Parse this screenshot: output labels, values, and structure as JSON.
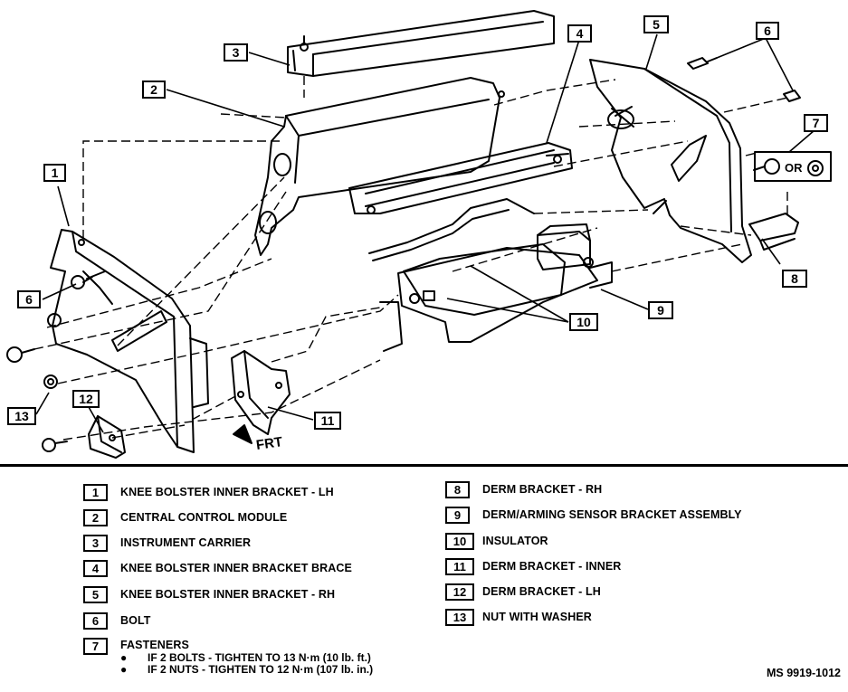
{
  "callouts": [
    {
      "id": "c1",
      "number": "1"
    },
    {
      "id": "c2",
      "number": "2"
    },
    {
      "id": "c3",
      "number": "3"
    },
    {
      "id": "c4",
      "number": "4"
    },
    {
      "id": "c5",
      "number": "5"
    },
    {
      "id": "c6a",
      "number": "6"
    },
    {
      "id": "c6b",
      "number": "6"
    },
    {
      "id": "c7",
      "number": "7"
    },
    {
      "id": "c8",
      "number": "8"
    },
    {
      "id": "c9",
      "number": "9"
    },
    {
      "id": "c10",
      "number": "10"
    },
    {
      "id": "c11",
      "number": "11"
    },
    {
      "id": "c12",
      "number": "12"
    },
    {
      "id": "c13",
      "number": "13"
    }
  ],
  "labels": {
    "fastener_or": "OR",
    "front_arrow": "FRT"
  },
  "legend_left": [
    {
      "number": "1",
      "text": "KNEE BOLSTER INNER BRACKET - LH"
    },
    {
      "number": "2",
      "text": "CENTRAL CONTROL MODULE"
    },
    {
      "number": "3",
      "text": "INSTRUMENT CARRIER"
    },
    {
      "number": "4",
      "text": "KNEE BOLSTER INNER BRACKET BRACE"
    },
    {
      "number": "5",
      "text": "KNEE BOLSTER INNER BRACKET - RH"
    },
    {
      "number": "6",
      "text": "BOLT"
    },
    {
      "number": "7",
      "text": "FASTENERS"
    }
  ],
  "fastener_notes": [
    "IF 2 BOLTS - TIGHTEN TO 13 N·m (10 lb. ft.)",
    "IF 2 NUTS - TIGHTEN TO 12 N·m (107 lb. in.)"
  ],
  "legend_right": [
    {
      "number": "8",
      "text": "DERM BRACKET - RH"
    },
    {
      "number": "9",
      "text": "DERM/ARMING SENSOR BRACKET ASSEMBLY"
    },
    {
      "number": "10",
      "text": "INSULATOR"
    },
    {
      "number": "11",
      "text": "DERM BRACKET - INNER"
    },
    {
      "number": "12",
      "text": "DERM BRACKET - LH"
    },
    {
      "number": "13",
      "text": "NUT WITH WASHER"
    }
  ],
  "figure_id": "MS 9919-1012"
}
